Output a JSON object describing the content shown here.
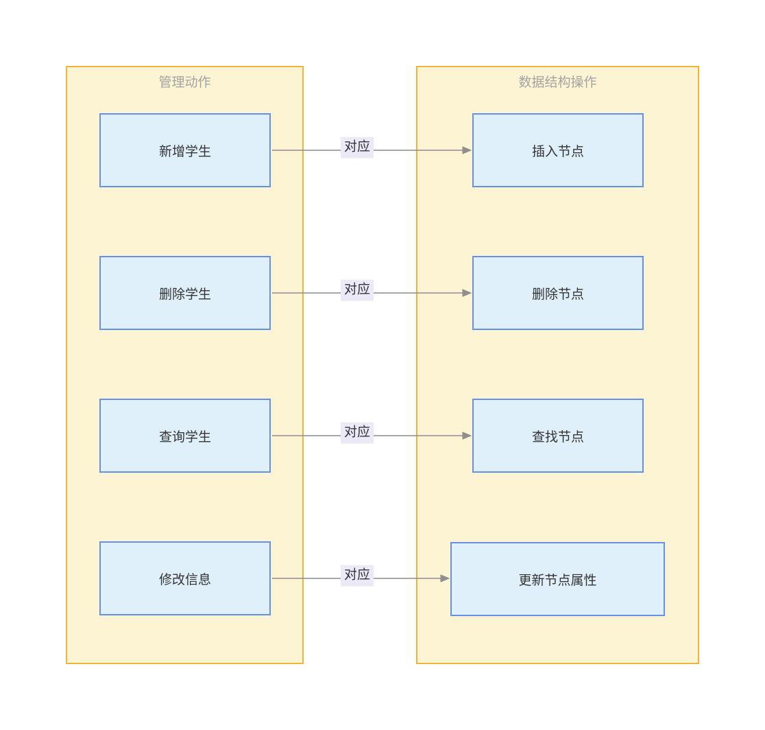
{
  "diagram": {
    "groups": {
      "left": {
        "title": "管理动作"
      },
      "right": {
        "title": "数据结构操作"
      }
    },
    "nodes": {
      "left": [
        {
          "label": "新增学生"
        },
        {
          "label": "删除学生"
        },
        {
          "label": "查询学生"
        },
        {
          "label": "修改信息"
        }
      ],
      "right": [
        {
          "label": "插入节点"
        },
        {
          "label": "删除节点"
        },
        {
          "label": "查找节点"
        },
        {
          "label": "更新节点属性"
        }
      ]
    },
    "edges": [
      {
        "from": "新增学生",
        "to": "插入节点",
        "label": "对应"
      },
      {
        "from": "删除学生",
        "to": "删除节点",
        "label": "对应"
      },
      {
        "from": "查询学生",
        "to": "查找节点",
        "label": "对应"
      },
      {
        "from": "修改信息",
        "to": "更新节点属性",
        "label": "对应"
      }
    ]
  },
  "colors": {
    "group-fill": "#FCF4D2",
    "group-border": "#F2B33D",
    "group-title": "#A3A3A3",
    "node-fill": "#E0F0FB",
    "node-border": "#6590E8",
    "node-text": "#333333",
    "edge-line": "#8C8C8C",
    "label-bg": "#ECE9F8",
    "label-text": "#333333"
  }
}
